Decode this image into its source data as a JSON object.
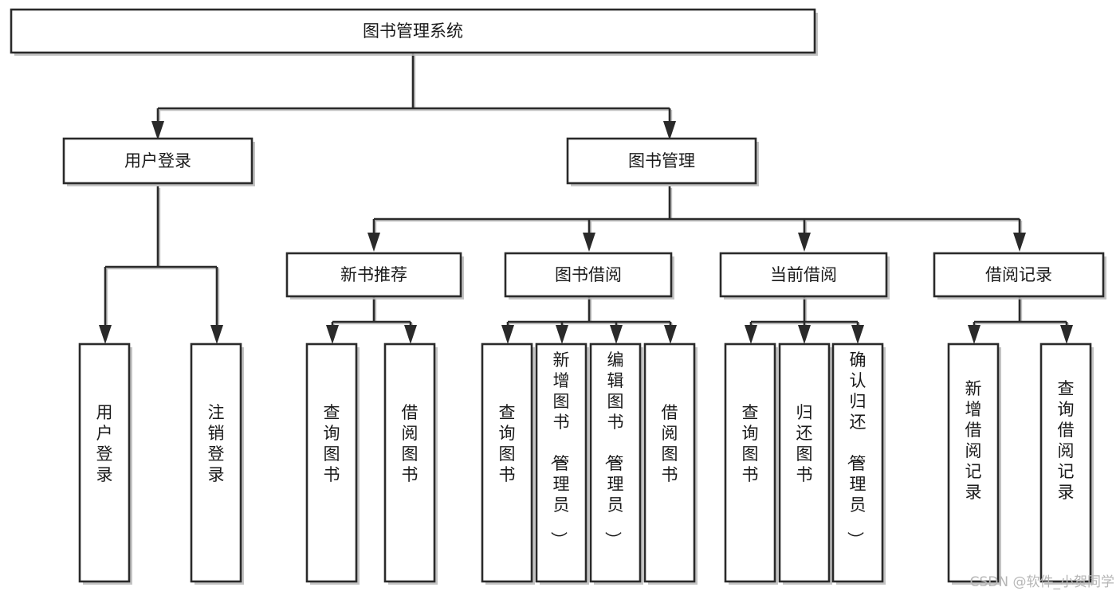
{
  "diagram": {
    "type": "tree",
    "title": "图书管理系统",
    "orientation": "top-down",
    "root": {
      "id": "root",
      "label": "图书管理系统",
      "text_direction": "horizontal"
    },
    "level2": [
      {
        "id": "user-login",
        "label": "用户登录",
        "text_direction": "horizontal"
      },
      {
        "id": "book-manage",
        "label": "图书管理",
        "text_direction": "horizontal"
      }
    ],
    "level3": [
      {
        "id": "new-book-rec",
        "label": "新书推荐",
        "parent": "book-manage",
        "text_direction": "horizontal"
      },
      {
        "id": "book-borrow",
        "label": "图书借阅",
        "parent": "book-manage",
        "text_direction": "horizontal"
      },
      {
        "id": "current-borrow",
        "label": "当前借阅",
        "parent": "book-manage",
        "text_direction": "horizontal"
      },
      {
        "id": "borrow-record",
        "label": "借阅记录",
        "parent": "book-manage",
        "text_direction": "horizontal"
      }
    ],
    "leaves": [
      {
        "id": "leaf-user-login",
        "label": "用户登录",
        "parent": "user-login",
        "text_direction": "vertical"
      },
      {
        "id": "leaf-user-logout",
        "label": "注销登录",
        "parent": "user-login",
        "text_direction": "vertical"
      },
      {
        "id": "leaf-query-book-rec",
        "label": "查询图书",
        "parent": "new-book-rec",
        "text_direction": "vertical"
      },
      {
        "id": "leaf-borrow-book-rec",
        "label": "借阅图书",
        "parent": "new-book-rec",
        "text_direction": "vertical"
      },
      {
        "id": "leaf-query-book-borrow",
        "label": "查询图书",
        "parent": "book-borrow",
        "text_direction": "vertical"
      },
      {
        "id": "leaf-add-book",
        "label": "新增图书（管理员）",
        "parent": "book-borrow",
        "text_direction": "vertical"
      },
      {
        "id": "leaf-edit-book",
        "label": "编辑图书（管理员）",
        "parent": "book-borrow",
        "text_direction": "vertical"
      },
      {
        "id": "leaf-borrow-book",
        "label": "借阅图书",
        "parent": "book-borrow",
        "text_direction": "vertical"
      },
      {
        "id": "leaf-query-book-current",
        "label": "查询图书",
        "parent": "current-borrow",
        "text_direction": "vertical"
      },
      {
        "id": "leaf-return-book",
        "label": "归还图书",
        "parent": "current-borrow",
        "text_direction": "vertical"
      },
      {
        "id": "leaf-confirm-return",
        "label": "确认归还（管理员）",
        "parent": "current-borrow",
        "text_direction": "vertical"
      },
      {
        "id": "leaf-add-record",
        "label": "新增借阅记录",
        "parent": "borrow-record",
        "text_direction": "vertical"
      },
      {
        "id": "leaf-query-record",
        "label": "查询借阅记录",
        "parent": "borrow-record",
        "text_direction": "vertical"
      }
    ],
    "colors": {
      "box_stroke": "#2a2a2a",
      "box_fill": "#ffffff",
      "connector": "#2a2a2a",
      "text": "#1a1a1a",
      "shadow": "#b9b9b9",
      "background": "#ffffff",
      "watermark": "#b6b6b6"
    }
  },
  "watermark": {
    "text": "CSDN @软件_小贺同学"
  }
}
